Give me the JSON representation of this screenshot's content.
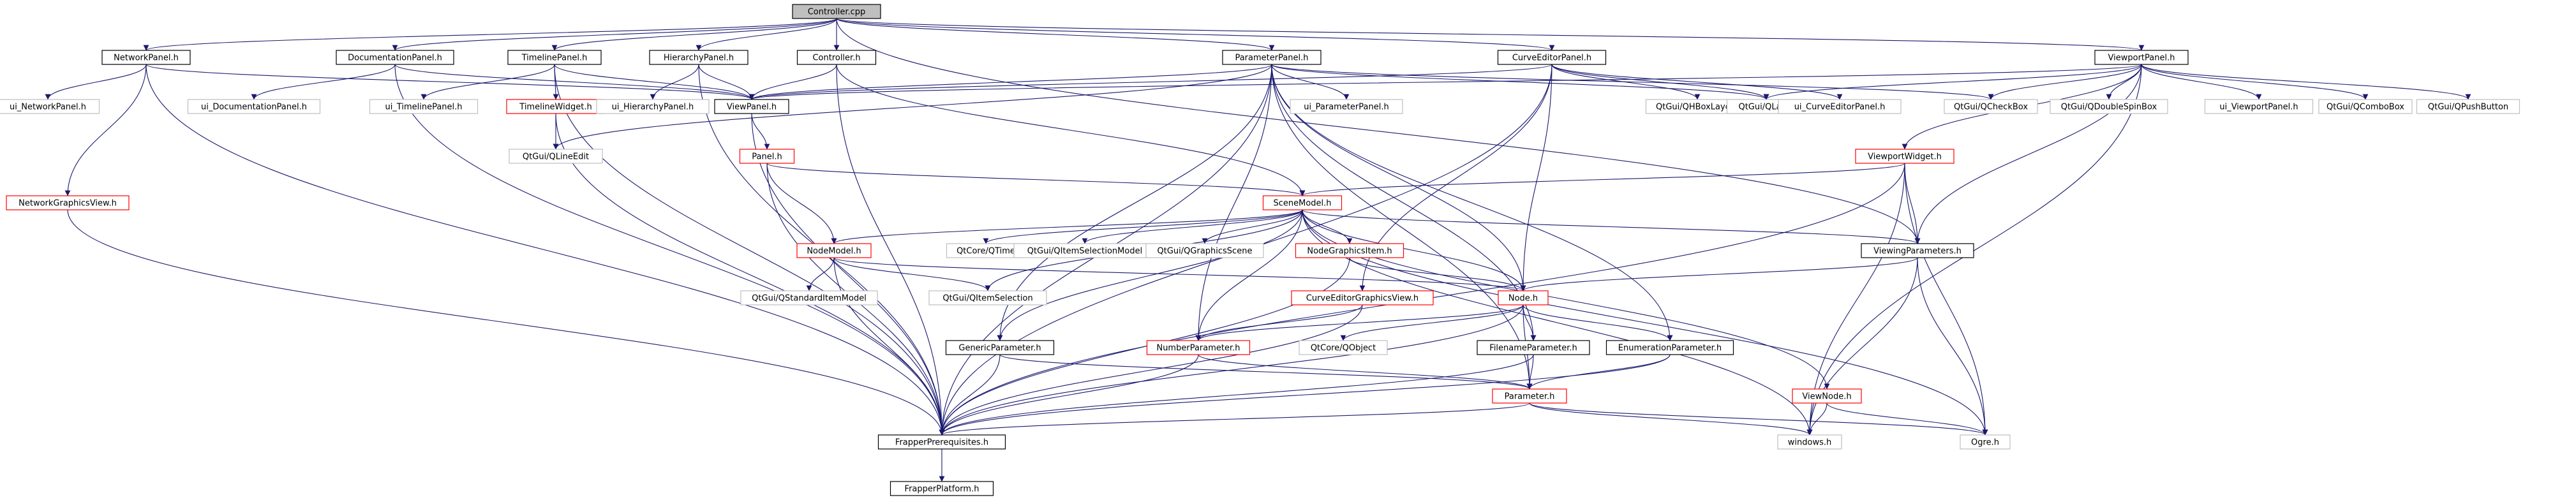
{
  "colors": {
    "edge": "#191970",
    "normal_border": "#000000",
    "normal_fill": "#ffffff",
    "root_fill": "#bfbfbf",
    "truncated_border": "#ff0000",
    "system_border": "#bfbfbf",
    "system_text": "#555555"
  },
  "nodes": [
    {
      "id": "controller_cpp",
      "label": "Controller.cpp",
      "kind": "root"
    },
    {
      "id": "network_panel",
      "label": "NetworkPanel.h",
      "kind": "normal"
    },
    {
      "id": "documentation_panel",
      "label": "DocumentationPanel.h",
      "kind": "normal"
    },
    {
      "id": "timeline_panel",
      "label": "TimelinePanel.h",
      "kind": "normal"
    },
    {
      "id": "hierarchy_panel",
      "label": "HierarchyPanel.h",
      "kind": "normal"
    },
    {
      "id": "controller_h",
      "label": "Controller.h",
      "kind": "normal"
    },
    {
      "id": "parameter_panel",
      "label": "ParameterPanel.h",
      "kind": "normal"
    },
    {
      "id": "curve_editor_panel",
      "label": "CurveEditorPanel.h",
      "kind": "normal"
    },
    {
      "id": "viewport_panel",
      "label": "ViewportPanel.h",
      "kind": "normal"
    },
    {
      "id": "ui_network_panel",
      "label": "ui_NetworkPanel.h",
      "kind": "system"
    },
    {
      "id": "ui_documentation_panel",
      "label": "ui_DocumentationPanel.h",
      "kind": "system"
    },
    {
      "id": "ui_timeline_panel",
      "label": "ui_TimelinePanel.h",
      "kind": "system"
    },
    {
      "id": "timeline_widget",
      "label": "TimelineWidget.h",
      "kind": "truncated"
    },
    {
      "id": "ui_hierarchy_panel",
      "label": "ui_HierarchyPanel.h",
      "kind": "system"
    },
    {
      "id": "view_panel",
      "label": "ViewPanel.h",
      "kind": "normal"
    },
    {
      "id": "ui_parameter_panel",
      "label": "ui_ParameterPanel.h",
      "kind": "system"
    },
    {
      "id": "qhboxlayout",
      "label": "QtGui/QHBoxLayout",
      "kind": "system"
    },
    {
      "id": "qlabel",
      "label": "QtGui/QLabel",
      "kind": "system"
    },
    {
      "id": "ui_curve_editor_panel",
      "label": "ui_CurveEditorPanel.h",
      "kind": "system"
    },
    {
      "id": "qcheckbox",
      "label": "QtGui/QCheckBox",
      "kind": "system"
    },
    {
      "id": "qdoublespinbox",
      "label": "QtGui/QDoubleSpinBox",
      "kind": "system"
    },
    {
      "id": "ui_viewport_panel",
      "label": "ui_ViewportPanel.h",
      "kind": "system"
    },
    {
      "id": "qcombobox",
      "label": "QtGui/QComboBox",
      "kind": "system"
    },
    {
      "id": "qpushbutton",
      "label": "QtGui/QPushButton",
      "kind": "system"
    },
    {
      "id": "qlineedit",
      "label": "QtGui/QLineEdit",
      "kind": "system"
    },
    {
      "id": "network_graphics_view",
      "label": "NetworkGraphicsView.h",
      "kind": "truncated"
    },
    {
      "id": "panel_h",
      "label": "Panel.h",
      "kind": "truncated"
    },
    {
      "id": "viewport_widget",
      "label": "ViewportWidget.h",
      "kind": "truncated"
    },
    {
      "id": "scene_model",
      "label": "SceneModel.h",
      "kind": "truncated"
    },
    {
      "id": "node_model",
      "label": "NodeModel.h",
      "kind": "truncated"
    },
    {
      "id": "qtime",
      "label": "QtCore/QTime",
      "kind": "system"
    },
    {
      "id": "qitem_selection_model",
      "label": "QtGui/QItemSelectionModel",
      "kind": "system"
    },
    {
      "id": "qgraphics_scene",
      "label": "QtGui/QGraphicsScene",
      "kind": "system"
    },
    {
      "id": "node_graphics_item",
      "label": "NodeGraphicsItem.h",
      "kind": "truncated"
    },
    {
      "id": "viewing_parameters",
      "label": "ViewingParameters.h",
      "kind": "normal"
    },
    {
      "id": "qstandard_item_model",
      "label": "QtGui/QStandardItemModel",
      "kind": "system"
    },
    {
      "id": "qitem_selection",
      "label": "QtGui/QItemSelection",
      "kind": "system"
    },
    {
      "id": "curve_editor_graphics_view",
      "label": "CurveEditorGraphicsView.h",
      "kind": "truncated"
    },
    {
      "id": "node_h",
      "label": "Node.h",
      "kind": "truncated"
    },
    {
      "id": "generic_parameter",
      "label": "GenericParameter.h",
      "kind": "normal"
    },
    {
      "id": "number_parameter",
      "label": "NumberParameter.h",
      "kind": "truncated"
    },
    {
      "id": "qobject",
      "label": "QtCore/QObject",
      "kind": "system"
    },
    {
      "id": "filename_parameter",
      "label": "FilenameParameter.h",
      "kind": "normal"
    },
    {
      "id": "enumeration_parameter",
      "label": "EnumerationParameter.h",
      "kind": "normal"
    },
    {
      "id": "parameter_h",
      "label": "Parameter.h",
      "kind": "truncated"
    },
    {
      "id": "view_node",
      "label": "ViewNode.h",
      "kind": "truncated"
    },
    {
      "id": "frapper_prerequisites",
      "label": "FrapperPrerequisites.h",
      "kind": "normal"
    },
    {
      "id": "windows_h",
      "label": "windows.h",
      "kind": "system"
    },
    {
      "id": "ogre_h",
      "label": "Ogre.h",
      "kind": "system"
    },
    {
      "id": "frapper_platform",
      "label": "FrapperPlatform.h",
      "kind": "normal"
    }
  ],
  "edges": [
    [
      "controller_cpp",
      "network_panel"
    ],
    [
      "controller_cpp",
      "documentation_panel"
    ],
    [
      "controller_cpp",
      "timeline_panel"
    ],
    [
      "controller_cpp",
      "hierarchy_panel"
    ],
    [
      "controller_cpp",
      "controller_h"
    ],
    [
      "controller_cpp",
      "parameter_panel"
    ],
    [
      "controller_cpp",
      "curve_editor_panel"
    ],
    [
      "controller_cpp",
      "viewport_panel"
    ],
    [
      "controller_cpp",
      "viewing_parameters"
    ],
    [
      "network_panel",
      "ui_network_panel"
    ],
    [
      "network_panel",
      "network_graphics_view"
    ],
    [
      "network_panel",
      "view_panel"
    ],
    [
      "network_panel",
      "frapper_prerequisites"
    ],
    [
      "documentation_panel",
      "ui_documentation_panel"
    ],
    [
      "documentation_panel",
      "view_panel"
    ],
    [
      "documentation_panel",
      "frapper_prerequisites"
    ],
    [
      "timeline_panel",
      "ui_timeline_panel"
    ],
    [
      "timeline_panel",
      "timeline_widget"
    ],
    [
      "timeline_panel",
      "view_panel"
    ],
    [
      "timeline_panel",
      "frapper_prerequisites"
    ],
    [
      "hierarchy_panel",
      "ui_hierarchy_panel"
    ],
    [
      "hierarchy_panel",
      "view_panel"
    ],
    [
      "hierarchy_panel",
      "frapper_prerequisites"
    ],
    [
      "controller_h",
      "view_panel"
    ],
    [
      "controller_h",
      "scene_model"
    ],
    [
      "controller_h",
      "frapper_prerequisites"
    ],
    [
      "parameter_panel",
      "view_panel"
    ],
    [
      "parameter_panel",
      "ui_parameter_panel"
    ],
    [
      "parameter_panel",
      "qlabel"
    ],
    [
      "parameter_panel",
      "qcheckbox"
    ],
    [
      "parameter_panel",
      "qlineedit"
    ],
    [
      "parameter_panel",
      "node_h"
    ],
    [
      "parameter_panel",
      "number_parameter"
    ],
    [
      "parameter_panel",
      "filename_parameter"
    ],
    [
      "parameter_panel",
      "enumeration_parameter"
    ],
    [
      "parameter_panel",
      "generic_parameter"
    ],
    [
      "parameter_panel",
      "frapper_prerequisites"
    ],
    [
      "parameter_panel",
      "parameter_h"
    ],
    [
      "curve_editor_panel",
      "view_panel"
    ],
    [
      "curve_editor_panel",
      "qhboxlayout"
    ],
    [
      "curve_editor_panel",
      "qlabel"
    ],
    [
      "curve_editor_panel",
      "ui_curve_editor_panel"
    ],
    [
      "curve_editor_panel",
      "curve_editor_graphics_view"
    ],
    [
      "curve_editor_panel",
      "node_h"
    ],
    [
      "curve_editor_panel",
      "frapper_prerequisites"
    ],
    [
      "viewport_panel",
      "view_panel"
    ],
    [
      "viewport_panel",
      "qlabel"
    ],
    [
      "viewport_panel",
      "qcheckbox"
    ],
    [
      "viewport_panel",
      "qdoublespinbox"
    ],
    [
      "viewport_panel",
      "ui_viewport_panel"
    ],
    [
      "viewport_panel",
      "qcombobox"
    ],
    [
      "viewport_panel",
      "qpushbutton"
    ],
    [
      "viewport_panel",
      "viewport_widget"
    ],
    [
      "viewport_panel",
      "viewing_parameters"
    ],
    [
      "viewport_panel",
      "windows_h"
    ],
    [
      "timeline_widget",
      "qlineedit"
    ],
    [
      "timeline_widget",
      "frapper_prerequisites"
    ],
    [
      "view_panel",
      "panel_h"
    ],
    [
      "view_panel",
      "frapper_prerequisites"
    ],
    [
      "network_graphics_view",
      "frapper_prerequisites"
    ],
    [
      "panel_h",
      "scene_model"
    ],
    [
      "panel_h",
      "node_model"
    ],
    [
      "panel_h",
      "frapper_prerequisites"
    ],
    [
      "viewport_widget",
      "scene_model"
    ],
    [
      "viewport_widget",
      "viewing_parameters"
    ],
    [
      "viewport_widget",
      "windows_h"
    ],
    [
      "viewport_widget",
      "ogre_h"
    ],
    [
      "viewport_widget",
      "frapper_prerequisites"
    ],
    [
      "scene_model",
      "node_model"
    ],
    [
      "scene_model",
      "qtime"
    ],
    [
      "scene_model",
      "qitem_selection_model"
    ],
    [
      "scene_model",
      "qgraphics_scene"
    ],
    [
      "scene_model",
      "node_graphics_item"
    ],
    [
      "scene_model",
      "viewing_parameters"
    ],
    [
      "scene_model",
      "qitem_selection"
    ],
    [
      "scene_model",
      "node_h"
    ],
    [
      "scene_model",
      "number_parameter"
    ],
    [
      "scene_model",
      "view_node"
    ],
    [
      "scene_model",
      "generic_parameter"
    ],
    [
      "scene_model",
      "windows_h"
    ],
    [
      "scene_model",
      "ogre_h"
    ],
    [
      "node_model",
      "qstandard_item_model"
    ],
    [
      "node_model",
      "qitem_selection"
    ],
    [
      "node_model",
      "node_h"
    ],
    [
      "node_model",
      "frapper_prerequisites"
    ],
    [
      "node_graphics_item",
      "node_h"
    ],
    [
      "node_graphics_item",
      "frapper_prerequisites"
    ],
    [
      "viewing_parameters",
      "node_h"
    ],
    [
      "viewing_parameters",
      "windows_h"
    ],
    [
      "viewing_parameters",
      "ogre_h"
    ],
    [
      "curve_editor_graphics_view",
      "number_parameter"
    ],
    [
      "curve_editor_graphics_view",
      "frapper_prerequisites"
    ],
    [
      "node_h",
      "number_parameter"
    ],
    [
      "node_h",
      "qobject"
    ],
    [
      "node_h",
      "filename_parameter"
    ],
    [
      "node_h",
      "enumeration_parameter"
    ],
    [
      "node_h",
      "parameter_h"
    ],
    [
      "node_h",
      "frapper_prerequisites"
    ],
    [
      "generic_parameter",
      "parameter_h"
    ],
    [
      "generic_parameter",
      "frapper_prerequisites"
    ],
    [
      "number_parameter",
      "parameter_h"
    ],
    [
      "number_parameter",
      "frapper_prerequisites"
    ],
    [
      "filename_parameter",
      "parameter_h"
    ],
    [
      "filename_parameter",
      "frapper_prerequisites"
    ],
    [
      "enumeration_parameter",
      "parameter_h"
    ],
    [
      "enumeration_parameter",
      "frapper_prerequisites"
    ],
    [
      "parameter_h",
      "frapper_prerequisites"
    ],
    [
      "parameter_h",
      "windows_h"
    ],
    [
      "parameter_h",
      "ogre_h"
    ],
    [
      "view_node",
      "windows_h"
    ],
    [
      "view_node",
      "ogre_h"
    ],
    [
      "frapper_prerequisites",
      "frapper_platform"
    ]
  ]
}
